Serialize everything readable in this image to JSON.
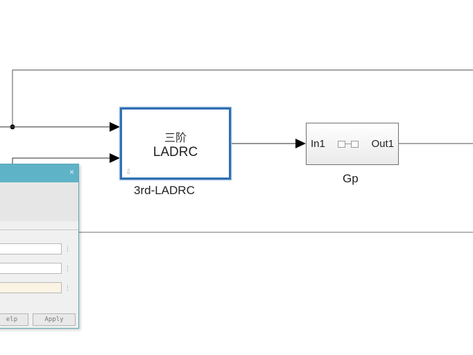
{
  "blocks": {
    "ladrc": {
      "line1": "三阶",
      "line2": "LADRC",
      "name": "3rd-LADRC",
      "corner_mark": "⇩"
    },
    "gp": {
      "in_port": "In1",
      "out_port": "Out1",
      "name": "Gp"
    }
  },
  "dialog": {
    "close_glyph": "×",
    "field_button_glyph": "⋮",
    "buttons": {
      "help": "elp",
      "apply": "Apply"
    }
  },
  "colors": {
    "selected_border": "#2f6fb2",
    "dialog_title": "#5fb3c7",
    "signal_line": "#707070"
  }
}
